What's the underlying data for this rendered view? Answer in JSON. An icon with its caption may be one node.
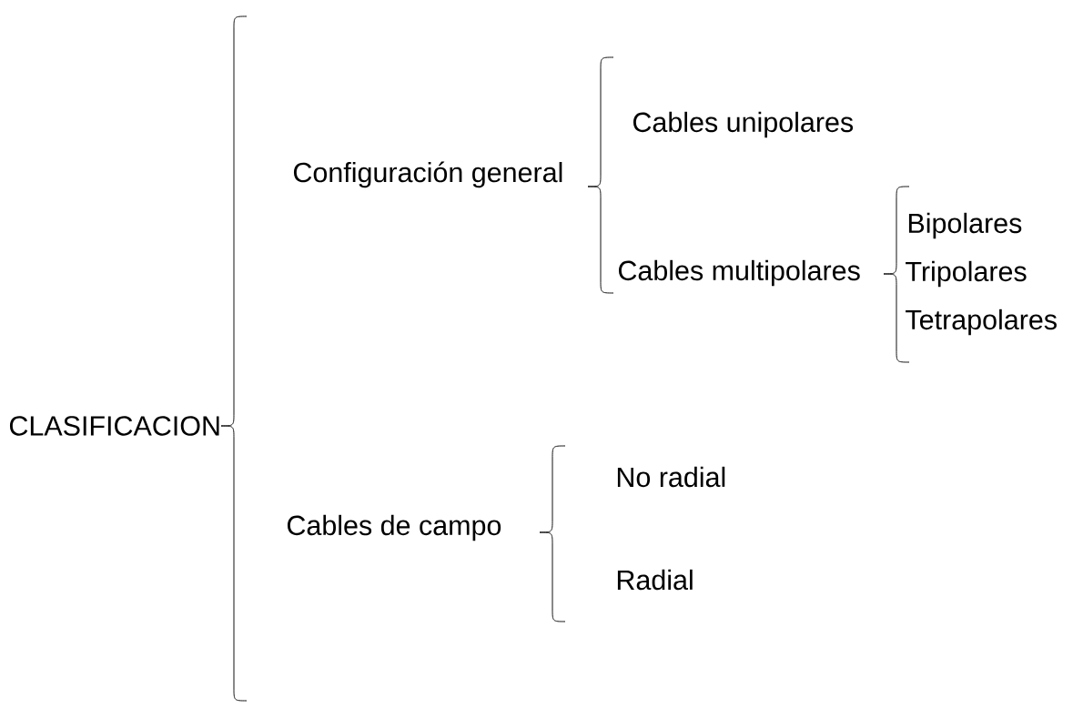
{
  "diagram": {
    "labels": [
      "CLASIFICACION",
      "Configuración general",
      "Cables unipolares",
      "Cables multipolares",
      "Bipolares",
      "Tripolares",
      "Tetrapolares",
      "Cables de campo",
      "No radial",
      "Radial"
    ]
  }
}
